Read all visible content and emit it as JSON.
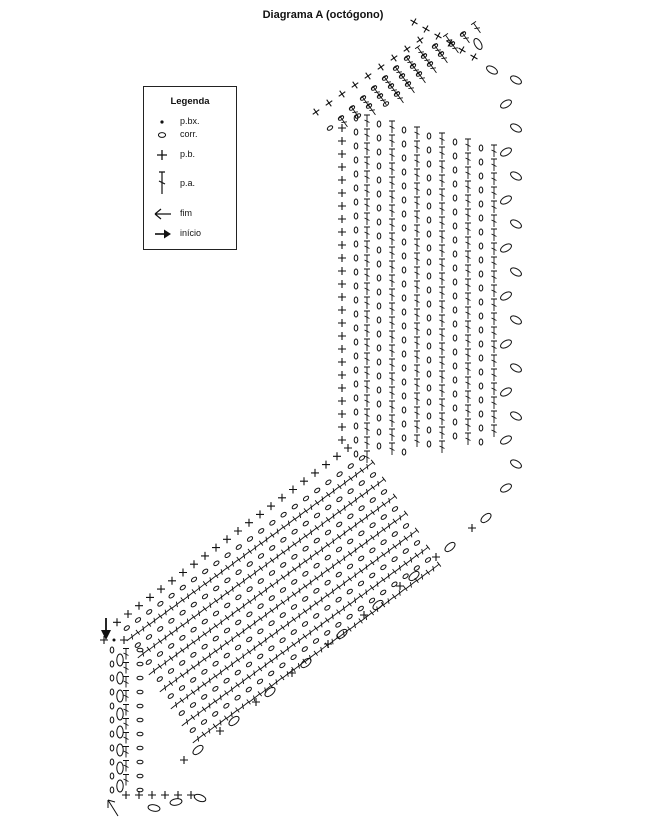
{
  "title": "Diagrama A (octógono)",
  "legend": {
    "title": "Legenda",
    "items": [
      {
        "symbol": "slip-stitch-icon",
        "label": "p.bx."
      },
      {
        "symbol": "chain-stitch-icon",
        "label": "corr."
      },
      {
        "symbol": "single-crochet-icon",
        "label": "p.b."
      },
      {
        "symbol": "double-crochet-icon",
        "label": "p.a."
      },
      {
        "symbol": "end-arrow-icon",
        "label": "fim"
      },
      {
        "symbol": "start-arrow-icon",
        "label": "início"
      }
    ]
  },
  "colors": {
    "ink": "#111111",
    "background": "#ffffff"
  }
}
